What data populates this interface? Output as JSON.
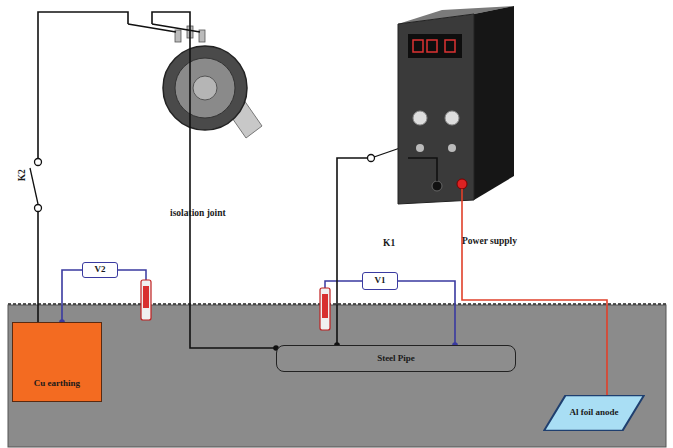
{
  "diagram": {
    "nodes": [
      {
        "text": [
          "V2"
        ]
      },
      {
        "text": [
          "V1"
        ]
      },
      {
        "text": [
          "Cu earthing"
        ]
      },
      {
        "text": [
          "Steel Pipe"
        ]
      },
      {
        "text": [
          "Al foil anode"
        ]
      }
    ],
    "edges": [
      {
        "from": 2,
        "to": 3,
        "arrow": "none"
      },
      {
        "from": 0,
        "to": 2,
        "arrow": "none"
      },
      {
        "from": 1,
        "to": 3,
        "arrow": "none"
      },
      {
        "from": 3,
        "to": 4,
        "arrow": "none"
      }
    ],
    "labels": [
      "K2",
      "isolation joint",
      "K1",
      "Power supply"
    ]
  }
}
